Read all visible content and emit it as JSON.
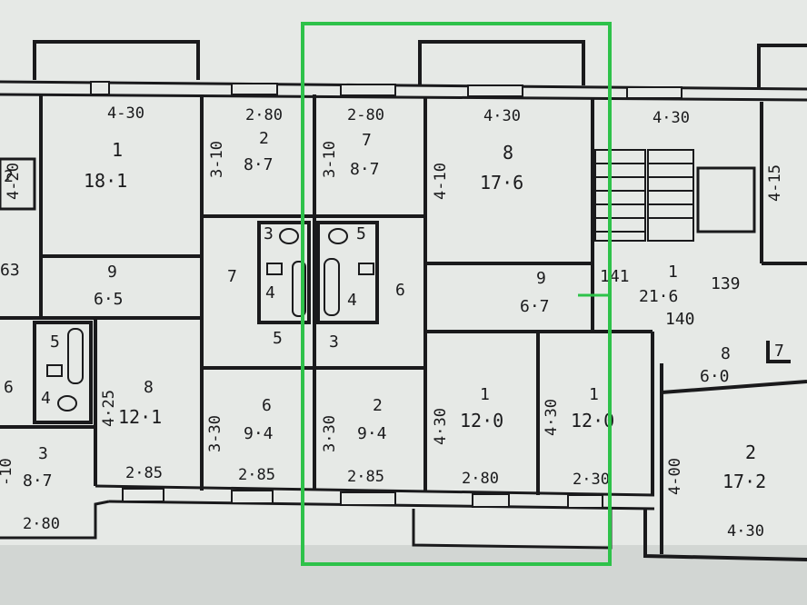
{
  "highlight": {
    "color": "#2ec24a"
  },
  "colors": {
    "paper": "#e8ebe8",
    "ink": "#1a1a1c",
    "background": "#bfc3c1"
  },
  "rooms": [
    {
      "id": "room-1-left",
      "number": "1",
      "area": "18·1"
    },
    {
      "id": "room-2-a",
      "number": "2",
      "area": "8·7"
    },
    {
      "id": "room-7-top",
      "number": "7",
      "area": "8·7"
    },
    {
      "id": "room-8-top",
      "number": "8",
      "area": "17·6"
    },
    {
      "id": "room-9-left",
      "number": "9",
      "area": "6·5"
    },
    {
      "id": "room-9-mid",
      "number": "9",
      "area": "6·7"
    },
    {
      "id": "room-1-right",
      "number": "1",
      "area": "21·6"
    },
    {
      "id": "room-8-left",
      "number": "8",
      "area": "12·1"
    },
    {
      "id": "room-6-lower",
      "number": "6",
      "area": "9·4"
    },
    {
      "id": "room-2-lower",
      "number": "2",
      "area": "9·4"
    },
    {
      "id": "room-1-low-a",
      "number": "1",
      "area": "12·0"
    },
    {
      "id": "room-1-low-b",
      "number": "1",
      "area": "12·0"
    },
    {
      "id": "room-8-right",
      "number": "8",
      "area": "6·0"
    },
    {
      "id": "room-2-right",
      "number": "2",
      "area": "17·2"
    },
    {
      "id": "room-3-left",
      "number": "3",
      "area": "8·7"
    }
  ],
  "dimensions": {
    "top_a": "4-30",
    "top_b": "2·80",
    "top_c": "2-80",
    "top_d": "4·30",
    "top_e": "4·30",
    "bot_a": "2·85",
    "bot_b": "2·85",
    "bot_c": "2·85",
    "bot_d": "2·80",
    "bot_e": "2·30",
    "bot_left": "2·80",
    "bot_right": "4·30",
    "side_a": "4-20",
    "side_b": "3-10",
    "side_c": "3-10",
    "side_d": "4-10",
    "side_e": "4-15",
    "side_f": "4·25",
    "side_g": "3-30",
    "side_h": "3·30",
    "side_i": "4·30",
    "side_j": "4·30",
    "side_k": "4-00",
    "side_l": "-10"
  },
  "small_labels": {
    "l3": "3",
    "l5a": "5",
    "l5b": "5",
    "l5c": "5",
    "l4a": "4",
    "l4b": "4",
    "l4c": "4",
    "l7": "7",
    "l6": "6",
    "l3b": "3",
    "l63": "63",
    "l6left": "6",
    "l2left": "2",
    "l7right": "7",
    "n141": "141",
    "n139": "139",
    "n140": "140"
  }
}
